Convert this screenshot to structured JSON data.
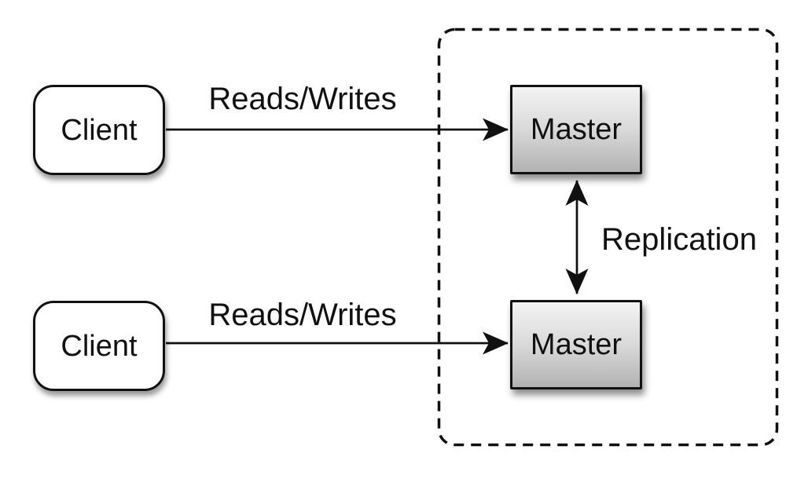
{
  "nodes": {
    "client_top": {
      "label": "Client"
    },
    "client_bottom": {
      "label": "Client"
    },
    "master_top": {
      "label": "Master"
    },
    "master_bottom": {
      "label": "Master"
    }
  },
  "edges": {
    "reads_writes_top": {
      "label": "Reads/Writes",
      "from": "client_top",
      "to": "master_top",
      "direction": "one-way"
    },
    "reads_writes_bottom": {
      "label": "Reads/Writes",
      "from": "client_bottom",
      "to": "master_bottom",
      "direction": "one-way"
    },
    "replication": {
      "label": "Replication",
      "from": "master_top",
      "to": "master_bottom",
      "direction": "two-way"
    }
  },
  "groups": {
    "replication_boundary": {
      "style": "dashed-rounded-rect",
      "contains": [
        "master_top",
        "master_bottom"
      ]
    }
  },
  "colors": {
    "background": "#ffffff",
    "stroke": "#111111",
    "text": "#111111",
    "client_fill": "#ffffff",
    "master_fill_top": "#f3f3f3",
    "master_fill_mid": "#d9d9d9",
    "master_fill_bottom": "#b2b2b2"
  }
}
